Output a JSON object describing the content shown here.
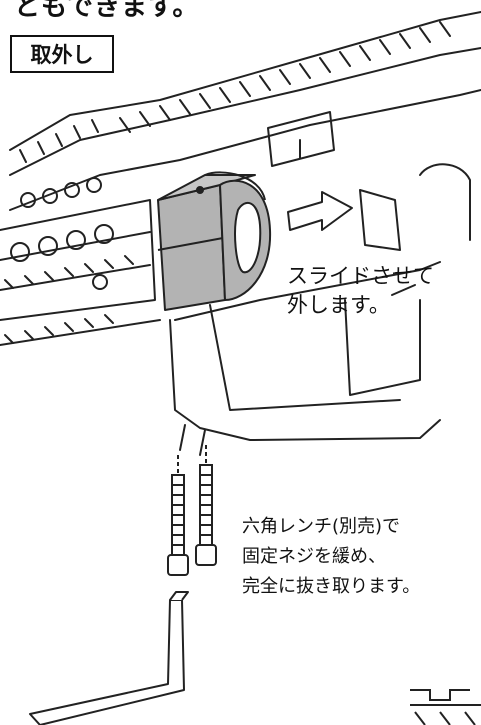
{
  "header": {
    "top_text": "ともできます。",
    "section_label": "取外し"
  },
  "captions": {
    "slide_lines": [
      "スライドさせて",
      "外します。"
    ],
    "wrench_lines": [
      "六角レンチ(別売)で",
      "固定ネジを緩め、",
      "完全に抜き取ります。"
    ]
  },
  "colors": {
    "line": "#222222",
    "mount_fill": "#b3b3b3",
    "mount_dark": "#8c8c8c"
  },
  "icons": {
    "arrow": "slide-direction-arrow",
    "wrench": "hex-wrench",
    "screws": "fixing-screws"
  }
}
